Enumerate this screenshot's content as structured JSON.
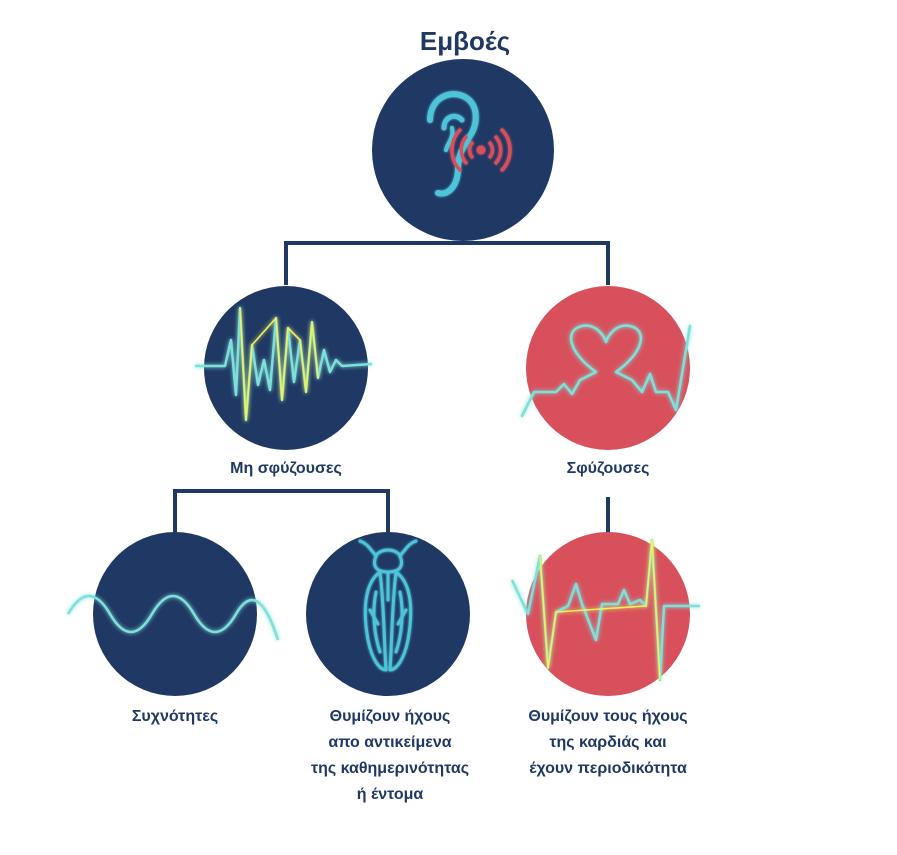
{
  "title": "Εμβοές",
  "colors": {
    "navy": "#1f3864",
    "red": "#d8505c",
    "teal": "#7ee0d8",
    "yellow": "#eef25a",
    "label": "#1f3864"
  },
  "nodes": {
    "root": {
      "icon": "ear-icon"
    },
    "nonpulsatile": {
      "label": "Μη σφύζουσες",
      "icon": "waveform-icon"
    },
    "pulsatile": {
      "label": "Σφύζουσες",
      "icon": "heart-pulse-icon"
    },
    "frequencies": {
      "label": "Συχνότητες",
      "icon": "sine-wave-icon"
    },
    "everyday": {
      "lines": [
        "Θυμίζουν ήχους",
        "απο αντικείμενα",
        "της καθημερινότητας",
        "ή έντομα"
      ],
      "icon": "cicada-icon"
    },
    "heart": {
      "lines": [
        "Θυμίζουν τους ήχους",
        "της καρδιάς και",
        "έχουν περιοδικότητα"
      ],
      "icon": "ecg-icon"
    }
  }
}
